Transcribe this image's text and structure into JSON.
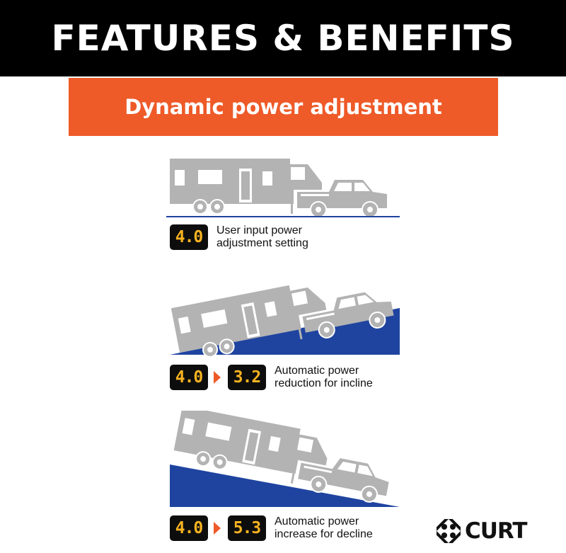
{
  "header": {
    "title": "FEATURES & BENEFITS"
  },
  "banner": {
    "title": "Dynamic power adjustment"
  },
  "panels": [
    {
      "display_from": "4.0",
      "label_line1": "User input power",
      "label_line2": "adjustment setting",
      "terrain": "flat"
    },
    {
      "display_from": "4.0",
      "display_to": "3.2",
      "label_line1": "Automatic power",
      "label_line2": "reduction for incline",
      "terrain": "incline"
    },
    {
      "display_from": "4.0",
      "display_to": "5.3",
      "label_line1": "Automatic power",
      "label_line2": "increase for decline",
      "terrain": "decline"
    }
  ],
  "brand": {
    "name": "CURT"
  },
  "colors": {
    "header_bg": "#000000",
    "banner_bg": "#ee5a28",
    "terrain": "#1f44a0",
    "vehicle": "#b3b3b3",
    "lcd_text": "#f7b320"
  },
  "icons": [
    "fifth-wheel-trailer-icon",
    "pickup-truck-icon",
    "curt-logo-icon"
  ]
}
